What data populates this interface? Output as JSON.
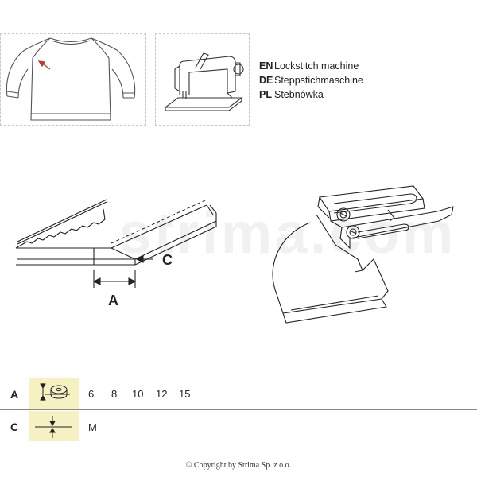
{
  "languages": [
    {
      "code": "EN",
      "name": "Lockstitch machine"
    },
    {
      "code": "DE",
      "name": "Steppstichmaschine"
    },
    {
      "code": "PL",
      "name": "Stebnówka"
    }
  ],
  "diagram": {
    "label_a": "A",
    "label_c": "C",
    "watermark": "strima.com"
  },
  "table": {
    "row_a": {
      "label": "A",
      "values": [
        "6",
        "8",
        "10",
        "12",
        "15"
      ]
    },
    "row_c": {
      "label": "C",
      "values": [
        "M"
      ]
    }
  },
  "footer": {
    "copyright": "© Copyright by Strima Sp. z o.o."
  },
  "colors": {
    "arrow": "#c0392b",
    "highlight": "#f6f1c2"
  }
}
